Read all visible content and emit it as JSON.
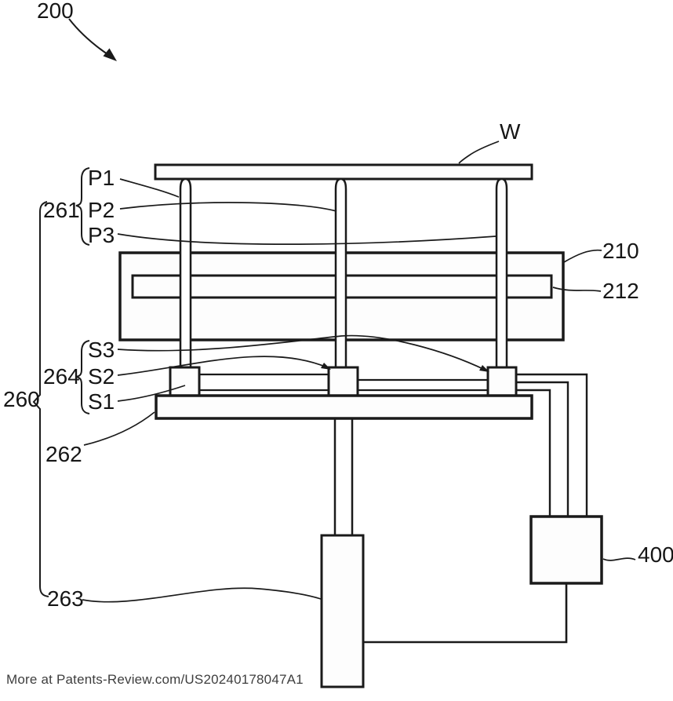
{
  "figure": {
    "labels": {
      "assembly": "200",
      "wafer": "W",
      "pin_group": "261",
      "pin1": "P1",
      "pin2": "P2",
      "pin3": "P3",
      "upper_body": "210",
      "inner_plate": "212",
      "sensor_group": "264",
      "sensor3": "S3",
      "sensor2": "S2",
      "sensor1": "S1",
      "lift_unit": "260",
      "support_plate": "262",
      "driver": "263",
      "controller": "400"
    },
    "colors": {
      "line": "#1a1a1a",
      "background": "#ffffff",
      "footer_text": "#3e3e3e"
    }
  },
  "footer": {
    "watermark": "More at Patents-Review.com/US20240178047A1"
  }
}
